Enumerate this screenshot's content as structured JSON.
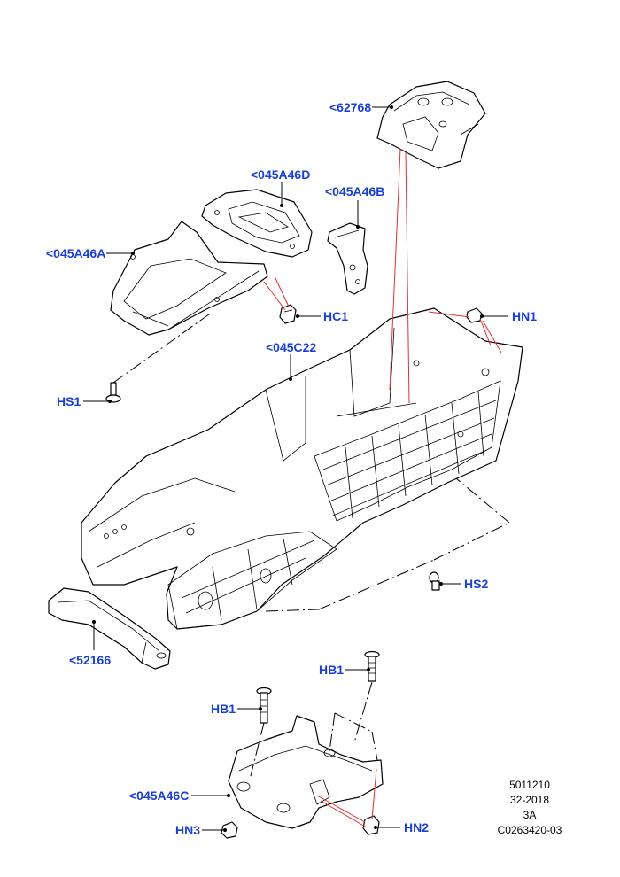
{
  "colors": {
    "callout_label": "#1a3fd6",
    "connector": "#e03030",
    "line_art": "#000000"
  },
  "callouts": [
    {
      "id": "62768",
      "text": "<62768"
    },
    {
      "id": "045A46D",
      "text": "<045A46D"
    },
    {
      "id": "045A46B",
      "text": "<045A46B"
    },
    {
      "id": "045A46A",
      "text": "<045A46A"
    },
    {
      "id": "HC1",
      "text": "HC1"
    },
    {
      "id": "HN1",
      "text": "HN1"
    },
    {
      "id": "045C22",
      "text": "<045C22"
    },
    {
      "id": "HS1",
      "text": "HS1"
    },
    {
      "id": "HS2",
      "text": "HS2"
    },
    {
      "id": "52166",
      "text": "<52166"
    },
    {
      "id": "HB1_upper",
      "text": "HB1"
    },
    {
      "id": "HB1_lower",
      "text": "HB1"
    },
    {
      "id": "045A46C",
      "text": "<045A46C"
    },
    {
      "id": "HN3",
      "text": "HN3"
    },
    {
      "id": "HN2",
      "text": "HN2"
    }
  ],
  "reference": {
    "line1": "5011210",
    "line2": "32-2018",
    "line3": "3A",
    "line4": "C0263420-03"
  }
}
